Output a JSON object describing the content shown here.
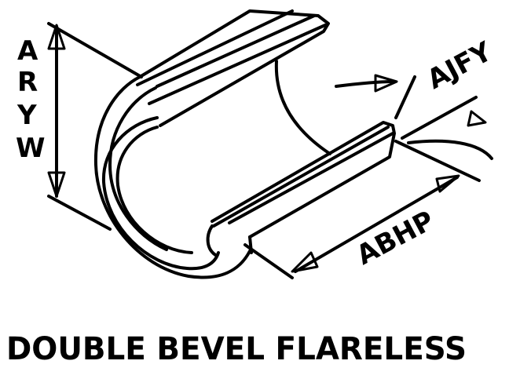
{
  "labels": {
    "aryw": [
      "A",
      "R",
      "Y",
      "W"
    ],
    "ajfy": "AJFY",
    "abhp": "ABHP"
  },
  "caption": "DOUBLE BEVEL FLARELESS",
  "colors": {
    "ink": "#000000",
    "paper": "#ffffff"
  }
}
